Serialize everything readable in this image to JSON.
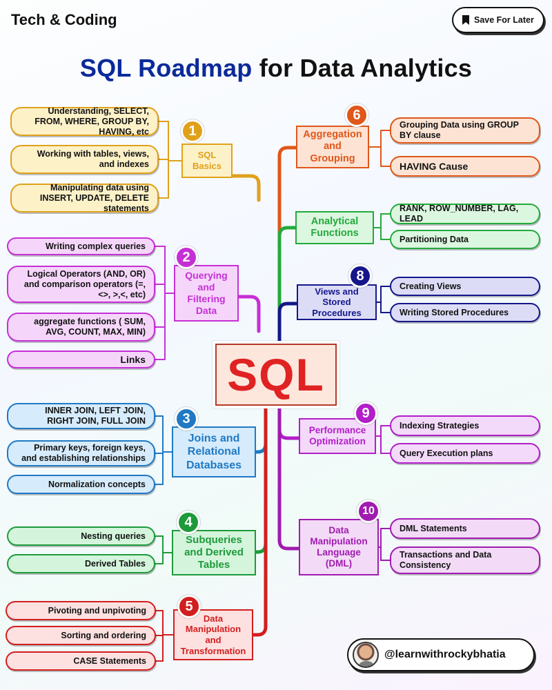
{
  "header": {
    "brand": "Tech & Coding",
    "save_label": "Save For Later"
  },
  "title": {
    "highlight": "SQL Roadmap",
    "rest": " for Data Analytics"
  },
  "center": {
    "label": "SQL"
  },
  "footer": {
    "handle": "@learnwithrockybhatia"
  },
  "topics": [
    {
      "num": "1",
      "title": "SQL Basics",
      "color": "#e0a11a",
      "fill": "#fdf1c8",
      "items": [
        "Understanding, SELECT, FROM, WHERE, GROUP BY, HAVING, etc",
        "Working with tables, views, and indexes",
        "Manipulating data using INSERT, UPDATE, DELETE statements"
      ]
    },
    {
      "num": "2",
      "title": "Querying and Filtering Data",
      "color": "#c62fd6",
      "fill": "#f5d6fa",
      "items": [
        "Writing complex queries",
        "Logical Operators (AND, OR) and comparison operators (=, <>, >,<, etc)",
        "aggregate functions ( SUM, AVG, COUNT, MAX, MIN)",
        "Links"
      ]
    },
    {
      "num": "3",
      "title": "Joins and Relational Databases",
      "color": "#1f79c4",
      "fill": "#d6ebfb",
      "items": [
        "INNER JOIN, LEFT JOIN, RIGHT JOIN, FULL JOIN",
        "Primary keys, foreign keys, and establishing relationships",
        "Normalization concepts"
      ]
    },
    {
      "num": "4",
      "title": "Subqueries and Derived Tables",
      "color": "#1e9a3a",
      "fill": "#d4f5dc",
      "items": [
        "Nesting queries",
        "Derived Tables"
      ]
    },
    {
      "num": "5",
      "title": "Data Manipulation and Transformation",
      "color": "#d21e1e",
      "fill": "#fde0e0",
      "items": [
        "Pivoting and unpivoting",
        "Sorting and ordering",
        "CASE Statements"
      ]
    },
    {
      "num": "6",
      "title": "Aggregation and Grouping",
      "color": "#e0571a",
      "fill": "#fde3d3",
      "items": [
        "Grouping Data using GROUP BY clause",
        "HAVING Cause"
      ]
    },
    {
      "num": "",
      "title": "Analytical Functions",
      "color": "#24a93c",
      "fill": "#dcf7e0",
      "items": [
        "RANK, ROW_NUMBER, LAG, LEAD",
        "Partitioning Data"
      ]
    },
    {
      "num": "8",
      "title": "Views and Stored Procedures",
      "color": "#15168a",
      "fill": "#dcdcf6",
      "items": [
        "Creating Views",
        "Writing Stored Procedures"
      ]
    },
    {
      "num": "9",
      "title": "Performance Optimization",
      "color": "#b21ec8",
      "fill": "#f4dafa",
      "items": [
        "Indexing Strategies",
        "Query Execution plans"
      ]
    },
    {
      "num": "10",
      "title": "Data Manipulation Language (DML)",
      "color": "#a01bb0",
      "fill": "#f3daf7",
      "items": [
        "DML Statements",
        "Transactions and Data Consistency"
      ]
    }
  ]
}
